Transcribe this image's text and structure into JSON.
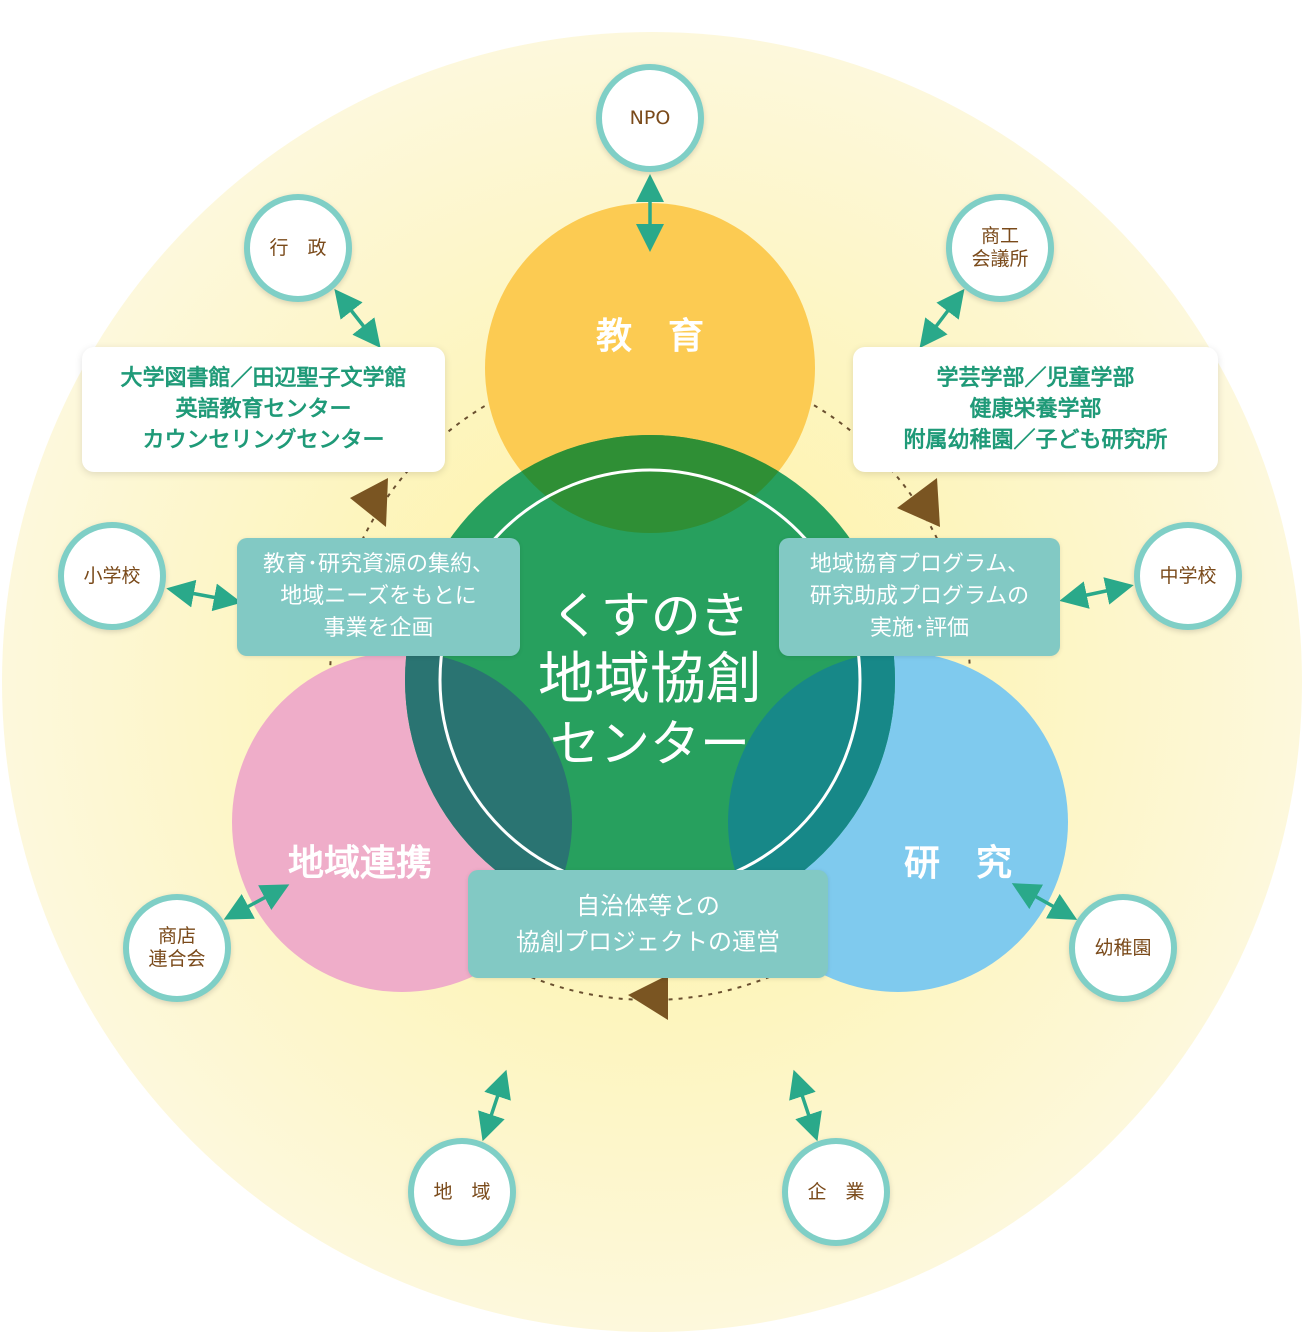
{
  "colors": {
    "bg_glow": "#fdf6c0",
    "education": "#fccb52",
    "center": "#27a05e",
    "community": "#efadc9",
    "research": "#7fcaee",
    "teal_box": "#82c9c4",
    "node_border": "#7fcfc6",
    "node_text": "#7a4a1a",
    "arrow": "#2aa98a",
    "triangle": "#7a5522"
  },
  "center": {
    "lines": [
      "くすのき",
      "地域協創",
      "センター"
    ]
  },
  "circles": {
    "education": "教　育",
    "community": "地域連携",
    "research": "研　究"
  },
  "boxes": {
    "left_resources": [
      "大学図書館／田辺聖子文学館",
      "英語教育センター",
      "カウンセリングセンター"
    ],
    "right_resources": [
      "学芸学部／児童学部",
      "健康栄養学部",
      "附属幼稚園／子ども研究所"
    ],
    "plan": [
      "教育･研究資源の集約、",
      "地域ニーズをもとに",
      "事業を企画"
    ],
    "evaluate": [
      "地域協育プログラム、",
      "研究助成プログラムの",
      "実施･評価"
    ],
    "operate": [
      "自治体等との",
      "協創プロジェクトの運営"
    ]
  },
  "nodes": {
    "npo": "NPO",
    "gyosei": "行　政",
    "shoko": "商工\n会議所",
    "shogakko": "小学校",
    "chugakko": "中学校",
    "shoten": "商店\n連合会",
    "yochien": "幼稚園",
    "chiiki": "地　域",
    "kigyo": "企　業"
  }
}
